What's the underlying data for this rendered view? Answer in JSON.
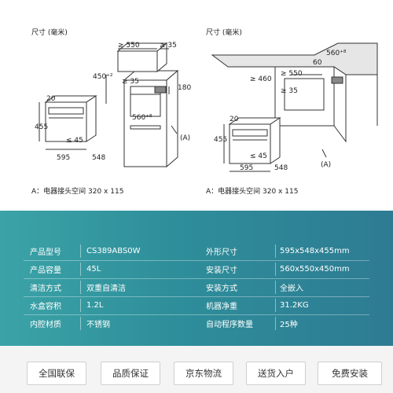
{
  "diagrams": {
    "left": {
      "title": "尺寸 (毫米)",
      "caption": "A：电器接头空间 320 x 115",
      "dims": {
        "w550": "≥ 550",
        "w35": "≥ 35",
        "h450": "450⁺²",
        "h35": "≥ 35",
        "h180": "180",
        "d560": "560⁺⁸",
        "a": "(A)",
        "d20": "20",
        "h455": "455",
        "h45": "≤ 45",
        "w595": "595",
        "d548": "548"
      }
    },
    "right": {
      "title": "尺寸 (毫米)",
      "caption": "A：电器接头空间 320 x 115",
      "dims": {
        "d560": "560⁺⁸",
        "h60": "60",
        "w550": "≥ 550",
        "h460": "≥ 460",
        "w35": "≥ 35",
        "d20": "20",
        "h455": "455",
        "h45": "≤ 45",
        "w595": "595",
        "d548": "548",
        "a": "(A)"
      }
    }
  },
  "specs": [
    {
      "label1": "产品型号",
      "value1": "CS389ABS0W",
      "label2": "外形尺寸",
      "value2": "595x548x455mm"
    },
    {
      "label1": "产品容量",
      "value1": "45L",
      "label2": "安装尺寸",
      "value2": "560x550x450mm"
    },
    {
      "label1": "清洁方式",
      "value1": "双重自清洁",
      "label2": "安装方式",
      "value2": "全嵌入"
    },
    {
      "label1": "水盒容积",
      "value1": "1.2L",
      "label2": "机器净重",
      "value2": "31.2KG"
    },
    {
      "label1": "内腔材质",
      "value1": "不锈钢",
      "label2": "自动程序数量",
      "value2": "25种"
    }
  ],
  "services": [
    "全国联保",
    "品质保证",
    "京东物流",
    "送货入户",
    "免费安装"
  ],
  "colors": {
    "specs_start": "#3ba3a7",
    "specs_end": "#2e7b93",
    "services_bg": "#f4f4f4"
  }
}
